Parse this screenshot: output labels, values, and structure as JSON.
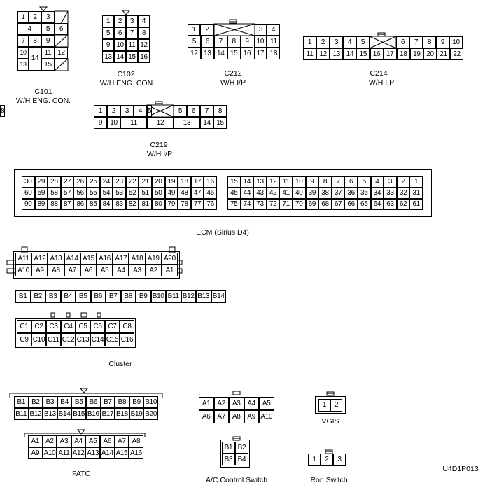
{
  "connectors": {
    "c101": {
      "code": "C101",
      "name": "W/H ENG. CON."
    },
    "c102": {
      "code": "C102",
      "name": "W/H ENG. CON."
    },
    "c212": {
      "code": "C212",
      "name": "W/H I/P"
    },
    "c214": {
      "code": "C214",
      "name": "W/H I.P"
    },
    "c219": {
      "code": "C219",
      "name": "W/H I/P"
    }
  },
  "labels": {
    "ecm": "ECM (Sirius D4)",
    "cluster": "Cluster",
    "fatc": "FATC",
    "ac_switch": "A/C Control Switch",
    "ron_switch": "Ron Switch",
    "vgis": "VGIS",
    "figure_id": "U4D1P013"
  },
  "pins": {
    "c101": [
      "1",
      "2",
      "3",
      "4",
      "5",
      "6",
      "7",
      "8",
      "9",
      "10",
      "11",
      "12",
      "13",
      "14",
      "15"
    ],
    "c102": [
      "1",
      "2",
      "3",
      "4",
      "5",
      "6",
      "7",
      "8",
      "9",
      "10",
      "11",
      "12",
      "13",
      "14",
      "15",
      "16"
    ],
    "c212_row1": [
      "1",
      "2",
      "3",
      "4"
    ],
    "c212_row2": [
      "5",
      "6",
      "7",
      "8",
      "9",
      "10",
      "11"
    ],
    "c212_row3": [
      "12",
      "13",
      "14",
      "15",
      "16",
      "17",
      "18"
    ],
    "c214_row1": [
      "1",
      "2",
      "3",
      "4",
      "5",
      "6",
      "7",
      "8",
      "9",
      "10"
    ],
    "c214_row2": [
      "11",
      "12",
      "13",
      "14",
      "15",
      "16",
      "17",
      "18",
      "19",
      "20",
      "21",
      "22"
    ],
    "c219_row1": [
      "1",
      "2",
      "3",
      "4",
      "5",
      "6",
      "7",
      "8"
    ],
    "c219_row2": [
      "9",
      "10",
      "11",
      "12",
      "13",
      "14",
      "15"
    ],
    "ecm_left_row1": [
      "30",
      "29",
      "28",
      "27",
      "26",
      "25",
      "24",
      "23",
      "22",
      "21",
      "20",
      "19",
      "18",
      "17",
      "16"
    ],
    "ecm_left_row2": [
      "60",
      "59",
      "58",
      "57",
      "56",
      "55",
      "54",
      "53",
      "52",
      "51",
      "50",
      "49",
      "48",
      "47",
      "46"
    ],
    "ecm_left_row3": [
      "90",
      "89",
      "88",
      "87",
      "86",
      "85",
      "84",
      "83",
      "82",
      "81",
      "80",
      "79",
      "78",
      "77",
      "76"
    ],
    "ecm_right_row1": [
      "15",
      "14",
      "13",
      "12",
      "11",
      "10",
      "9",
      "8",
      "7",
      "6",
      "5",
      "4",
      "3",
      "2",
      "1"
    ],
    "ecm_right_row2": [
      "45",
      "44",
      "43",
      "42",
      "41",
      "40",
      "39",
      "38",
      "37",
      "36",
      "35",
      "34",
      "33",
      "32",
      "31"
    ],
    "ecm_right_row3": [
      "75",
      "74",
      "73",
      "72",
      "71",
      "70",
      "69",
      "68",
      "67",
      "66",
      "65",
      "64",
      "63",
      "62",
      "61"
    ],
    "cluster_a_row1": [
      "A11",
      "A12",
      "A13",
      "A14",
      "A15",
      "A16",
      "A17",
      "A18",
      "A19",
      "A20"
    ],
    "cluster_a_row2": [
      "A10",
      "A9",
      "A8",
      "A7",
      "A6",
      "A5",
      "A4",
      "A3",
      "A2",
      "A1"
    ],
    "cluster_b": [
      "B1",
      "B2",
      "B3",
      "B4",
      "B5",
      "B6",
      "B7",
      "B8",
      "B9",
      "B10",
      "B11",
      "B12",
      "B13",
      "B14"
    ],
    "cluster_c_row1": [
      "C1",
      "C2",
      "C3",
      "C4",
      "C5",
      "C6",
      "C7",
      "C8"
    ],
    "cluster_c_row2": [
      "C9",
      "C10",
      "C11",
      "C12",
      "C13",
      "C14",
      "C15",
      "C16"
    ],
    "fatc_b_row1": [
      "B1",
      "B2",
      "B3",
      "B4",
      "B5",
      "B6",
      "B7",
      "B8",
      "B9",
      "B10"
    ],
    "fatc_b_row2": [
      "B11",
      "B12",
      "B13",
      "B14",
      "B15",
      "B16",
      "B17",
      "B18",
      "B19",
      "B20"
    ],
    "fatc_a_row1": [
      "A1",
      "A2",
      "A3",
      "A4",
      "A5",
      "A6",
      "A7",
      "A8"
    ],
    "fatc_a_row2": [
      "A9",
      "A10",
      "A11",
      "A12",
      "A13",
      "A14",
      "A15",
      "A16"
    ],
    "ac_row1": [
      "A1",
      "A2",
      "A3",
      "A4",
      "A5"
    ],
    "ac_row2": [
      "A6",
      "A7",
      "A8",
      "A9",
      "A10"
    ],
    "ac_b_row1": [
      "B1",
      "B2"
    ],
    "ac_b_row2": [
      "B3",
      "B4"
    ],
    "vgis": [
      "1",
      "2"
    ],
    "ron": [
      "1",
      "2",
      "3"
    ]
  }
}
